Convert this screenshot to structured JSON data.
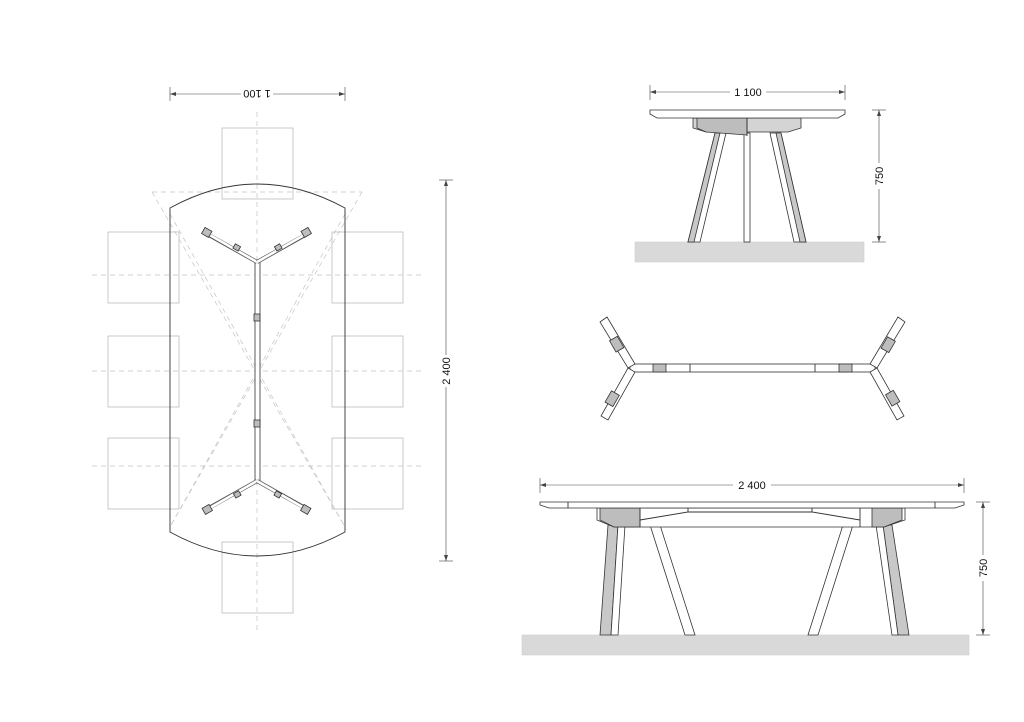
{
  "dimensions": {
    "plan_width": "1 100",
    "plan_length": "2 400",
    "end_width": "1 100",
    "end_height": "750",
    "side_length": "2 400",
    "side_height": "750"
  }
}
